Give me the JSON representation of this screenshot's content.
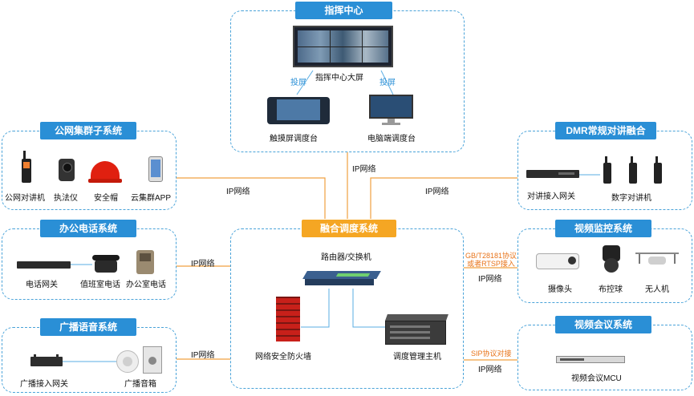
{
  "command_center": {
    "title": "指挥中心",
    "big_screen": "指挥中心大屏",
    "cast_left": "投屏",
    "cast_right": "投屏",
    "touch_console": "触摸屏调度台",
    "pc_console": "电脑端调度台"
  },
  "trunking": {
    "title": "公网集群子系统",
    "items": [
      "公网对讲机",
      "执法仪",
      "安全帽",
      "云集群APP"
    ]
  },
  "dmr": {
    "title": "DMR常规对讲融合",
    "gateway": "对讲接入网关",
    "radio": "数字对讲机"
  },
  "office_phone": {
    "title": "办公电话系统",
    "items": [
      "电话网关",
      "值班室电话",
      "办公室电话"
    ]
  },
  "video_surveillance": {
    "title": "视频监控系统",
    "items": [
      "摄像头",
      "布控球",
      "无人机"
    ]
  },
  "core": {
    "title": "融合调度系统",
    "router": "路由器/交换机",
    "firewall": "网络安全防火墙",
    "server": "调度管理主机"
  },
  "broadcast": {
    "title": "广播语音系统",
    "items": [
      "广播接入网关",
      "广播音箱"
    ]
  },
  "video_conf": {
    "title": "视频会议系统",
    "mcu": "视频会议MCU"
  },
  "links": {
    "ip": "IP网络",
    "gb": "GB/T28181协议\n或者RTSP接入",
    "sip": "SIP协议对接"
  }
}
